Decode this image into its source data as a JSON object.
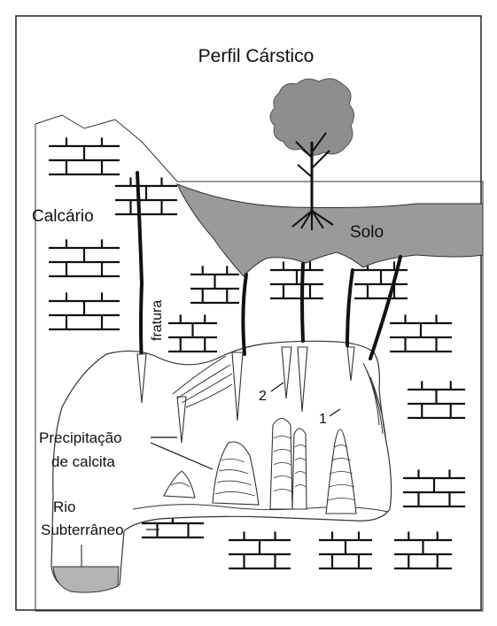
{
  "title": "Perfil Cárstico",
  "labels": {
    "calcario": "Calcário",
    "solo": "Solo",
    "fratura": "fratura",
    "precipitacao_line1": "Precipitação",
    "precipitacao_line2": "de calcita",
    "rio_line1": "Rio",
    "rio_line2": "Subterrâneo",
    "marker_1": "1",
    "marker_2": "2"
  },
  "colors": {
    "soil": "#9a9a9a",
    "tree_foliage": "#8e8e8e",
    "water": "#b3b3b3",
    "ink": "#111111"
  }
}
